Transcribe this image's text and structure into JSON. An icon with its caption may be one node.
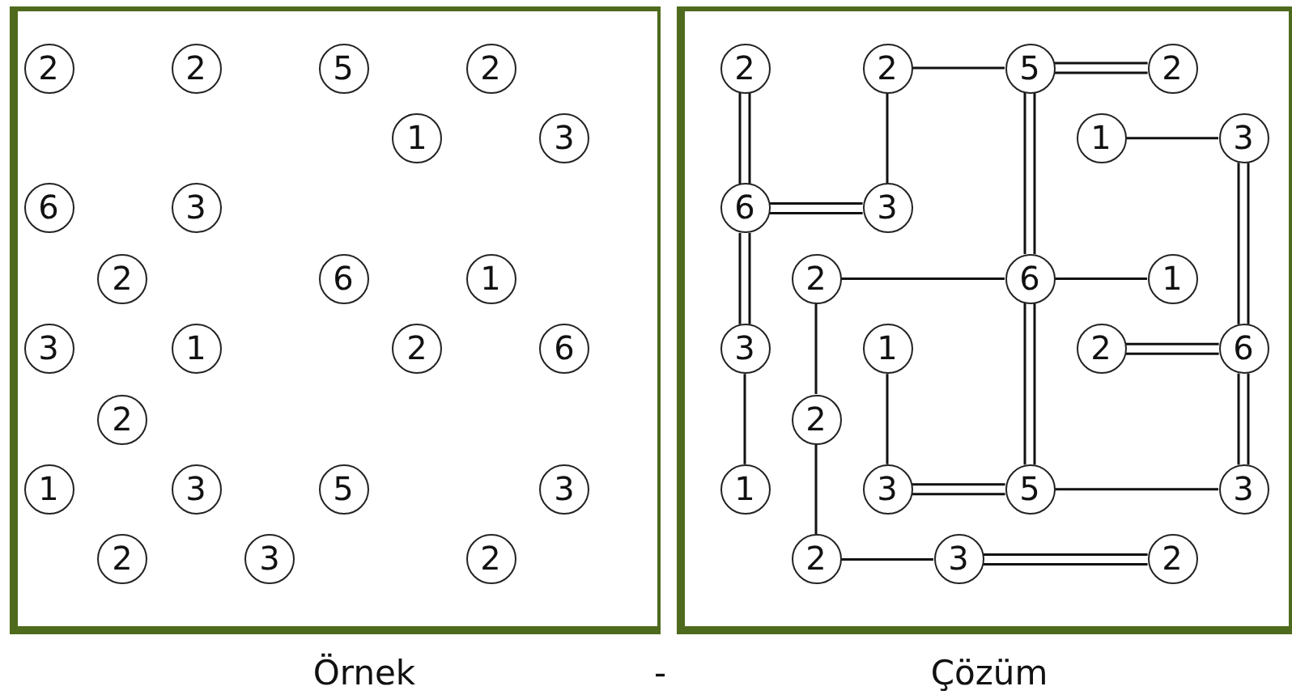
{
  "diagram": {
    "nodes": [
      {
        "text": [],
        "shape": "box",
        "beside": [
          "Örnek"
        ]
      },
      {
        "text": [
          "2"
        ],
        "in": 0
      },
      {
        "text": [
          "2"
        ],
        "in": 0
      },
      {
        "text": [
          "5"
        ],
        "in": 0
      },
      {
        "text": [
          "2"
        ],
        "in": 0
      },
      {
        "text": [
          "1"
        ],
        "in": 0
      },
      {
        "text": [
          "3"
        ],
        "in": 0
      },
      {
        "text": [
          "6"
        ],
        "in": 0
      },
      {
        "text": [
          "3"
        ],
        "in": 0
      },
      {
        "text": [
          "2"
        ],
        "in": 0
      },
      {
        "text": [
          "6"
        ],
        "in": 0
      },
      {
        "text": [
          "1"
        ],
        "in": 0
      },
      {
        "text": [
          "3"
        ],
        "in": 0
      },
      {
        "text": [
          "1"
        ],
        "in": 0
      },
      {
        "text": [
          "2"
        ],
        "in": 0
      },
      {
        "text": [
          "6"
        ],
        "in": 0
      },
      {
        "text": [
          "2"
        ],
        "in": 0
      },
      {
        "text": [
          "1"
        ],
        "in": 0
      },
      {
        "text": [
          "3"
        ],
        "in": 0
      },
      {
        "text": [
          "5"
        ],
        "in": 0
      },
      {
        "text": [
          "3"
        ],
        "in": 0
      },
      {
        "text": [
          "2"
        ],
        "in": 0
      },
      {
        "text": [
          "3"
        ],
        "in": 0
      },
      {
        "text": [
          "2"
        ],
        "in": 0
      },
      {
        "text": [],
        "shape": "box",
        "beside": [
          "Çözüm"
        ]
      },
      {
        "text": [
          "2"
        ],
        "in": 24
      },
      {
        "text": [
          "2"
        ],
        "in": 24
      },
      {
        "text": [
          "5"
        ],
        "in": 24
      },
      {
        "text": [
          "2"
        ],
        "in": 24
      },
      {
        "text": [
          "1"
        ],
        "in": 24
      },
      {
        "text": [
          "3"
        ],
        "in": 24
      },
      {
        "text": [
          "6"
        ],
        "in": 24
      },
      {
        "text": [
          "3"
        ],
        "in": 24
      },
      {
        "text": [
          "2"
        ],
        "in": 24
      },
      {
        "text": [
          "6"
        ],
        "in": 24
      },
      {
        "text": [
          "1"
        ],
        "in": 24
      },
      {
        "text": [
          "3"
        ],
        "in": 24
      },
      {
        "text": [
          "1"
        ],
        "in": 24
      },
      {
        "text": [
          "2"
        ],
        "in": 24
      },
      {
        "text": [
          "6"
        ],
        "in": 24
      },
      {
        "text": [
          "2"
        ],
        "in": 24
      },
      {
        "text": [
          "1"
        ],
        "in": 24
      },
      {
        "text": [
          "3"
        ],
        "in": 24
      },
      {
        "text": [
          "5"
        ],
        "in": 24
      },
      {
        "text": [
          "3"
        ],
        "in": 24
      },
      {
        "text": [
          "2"
        ],
        "in": 24
      },
      {
        "text": [
          "3"
        ],
        "in": 24
      },
      {
        "text": [
          "2"
        ],
        "in": 24
      }
    ],
    "edges": [
      {
        "from": 25,
        "to": 31,
        "arrow": "none"
      },
      {
        "from": 25,
        "to": 31,
        "arrow": "none"
      },
      {
        "from": 26,
        "to": 27,
        "arrow": "none"
      },
      {
        "from": 27,
        "to": 28,
        "arrow": "none"
      },
      {
        "from": 27,
        "to": 28,
        "arrow": "none"
      },
      {
        "from": 26,
        "to": 32,
        "arrow": "none"
      },
      {
        "from": 31,
        "to": 32,
        "arrow": "none"
      },
      {
        "from": 31,
        "to": 32,
        "arrow": "none"
      },
      {
        "from": 31,
        "to": 36,
        "arrow": "none"
      },
      {
        "from": 31,
        "to": 36,
        "arrow": "none"
      },
      {
        "from": 36,
        "to": 41,
        "arrow": "none"
      },
      {
        "from": 33,
        "to": 34,
        "arrow": "none"
      },
      {
        "from": 33,
        "to": 40,
        "arrow": "none"
      },
      {
        "from": 40,
        "to": 45,
        "arrow": "none"
      },
      {
        "from": 37,
        "to": 42,
        "arrow": "none"
      },
      {
        "from": 42,
        "to": 43,
        "arrow": "none"
      },
      {
        "from": 42,
        "to": 43,
        "arrow": "none"
      },
      {
        "from": 27,
        "to": 34,
        "arrow": "none"
      },
      {
        "from": 27,
        "to": 34,
        "arrow": "none"
      },
      {
        "from": 34,
        "to": 43,
        "arrow": "none"
      },
      {
        "from": 34,
        "to": 43,
        "arrow": "none"
      },
      {
        "from": 34,
        "to": 35,
        "arrow": "none"
      },
      {
        "from": 29,
        "to": 30,
        "arrow": "none"
      },
      {
        "from": 30,
        "to": 39,
        "arrow": "none"
      },
      {
        "from": 30,
        "to": 39,
        "arrow": "none"
      },
      {
        "from": 38,
        "to": 39,
        "arrow": "none"
      },
      {
        "from": 38,
        "to": 39,
        "arrow": "none"
      },
      {
        "from": 39,
        "to": 44,
        "arrow": "none"
      },
      {
        "from": 39,
        "to": 44,
        "arrow": "none"
      },
      {
        "from": 43,
        "to": 44,
        "arrow": "none"
      },
      {
        "from": 45,
        "to": 46,
        "arrow": "none"
      },
      {
        "from": 46,
        "to": 47,
        "arrow": "none"
      },
      {
        "from": 46,
        "to": 47,
        "arrow": "none"
      }
    ],
    "labels": [
      "-"
    ]
  }
}
